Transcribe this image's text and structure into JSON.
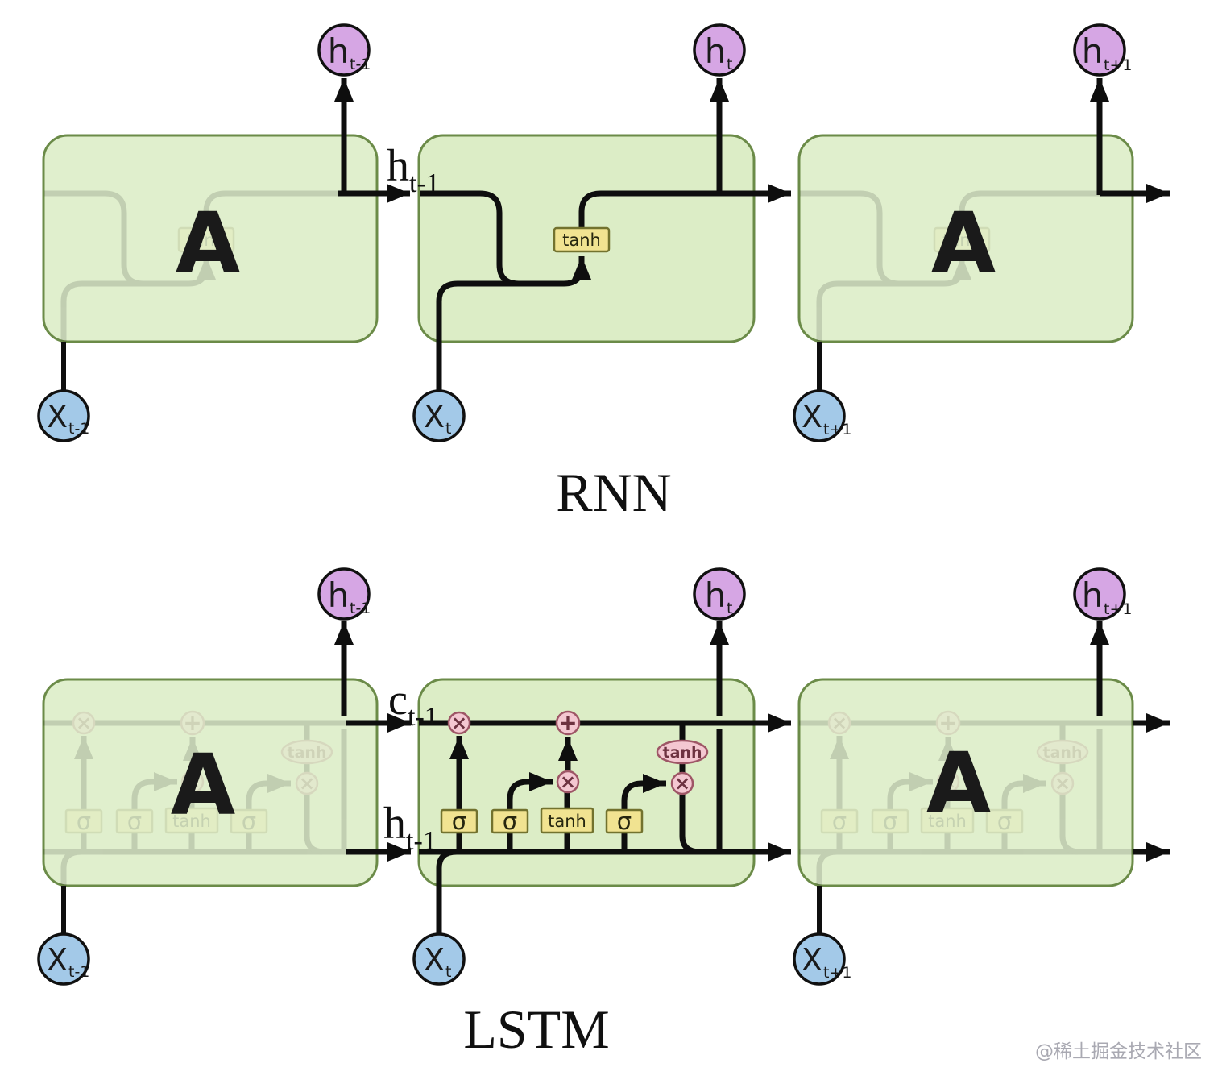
{
  "diagram": {
    "rnn": {
      "title": "RNN",
      "cell_label": "A"
    },
    "lstm": {
      "title": "LSTM",
      "cell_label": "A"
    },
    "nodes": {
      "h": "h",
      "x": "X",
      "sub_prev": "t-1",
      "sub_cur": "t",
      "sub_next": "t+1"
    },
    "flows": {
      "c": "c",
      "h": "h",
      "sub_prev": "t-1"
    },
    "gates": {
      "sigma": "σ",
      "tanh": "tanh"
    },
    "ops": {
      "multiply": "×",
      "add": "+",
      "tanh": "tanh"
    },
    "watermark": "@稀土掘金技术社区"
  },
  "colors": {
    "cell_fill": "#dcedc6",
    "cell_fill_side": "#e0efcd",
    "cell_border": "#6b8b48",
    "line": "#0e0e0e",
    "gate_fill": "#f1e391",
    "gate_border": "#72722e",
    "op_fill": "#f4c7d1",
    "op_border": "#9e5666",
    "op_text": "#6d3240",
    "h_fill": "#d6a6e4",
    "x_fill": "#a3c9e8",
    "watermark": "#a9a9b2"
  }
}
